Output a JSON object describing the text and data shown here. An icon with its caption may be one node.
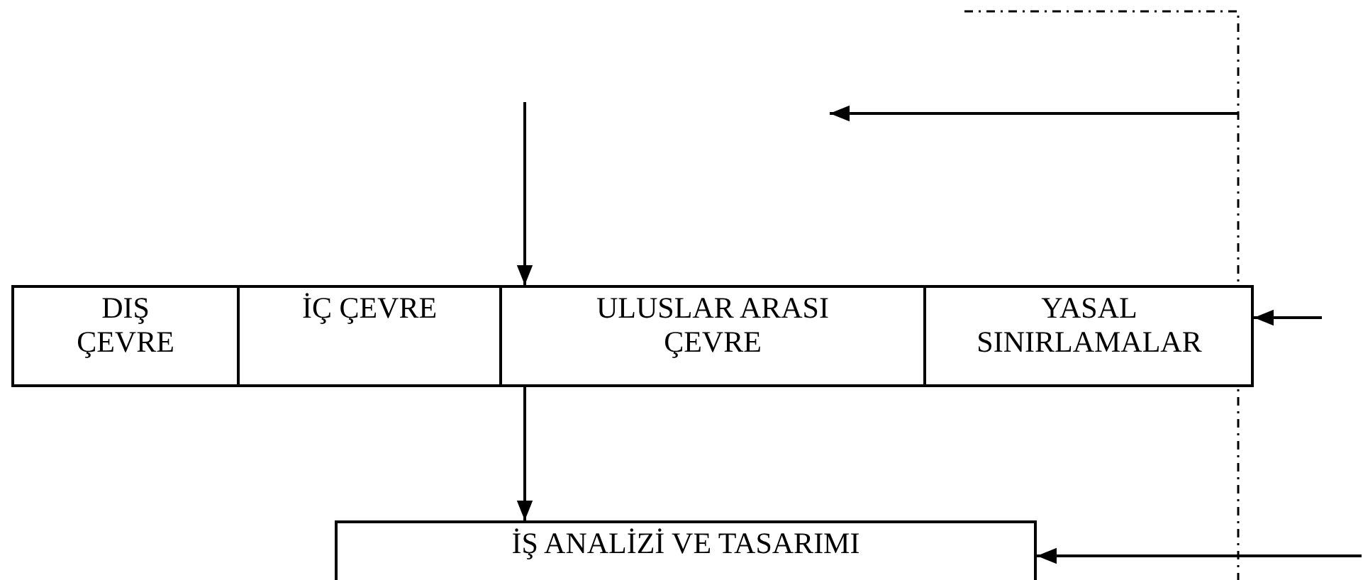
{
  "diagram": {
    "nodes": [
      {
        "text": [
          "DIŞ ÇEVRE"
        ]
      },
      {
        "text": [
          "İÇ ÇEVRE"
        ]
      },
      {
        "text": [
          "ULUSLAR ARASI ÇEVRE"
        ]
      },
      {
        "text": [
          "YASAL SINIRLAMALAR"
        ]
      },
      {
        "text": [
          "İŞ ANALİZİ VE TASARIMI"
        ]
      }
    ],
    "edges": [
      {
        "from": null,
        "to": 2,
        "arrow": "to"
      },
      {
        "from": 2,
        "to": 4,
        "arrow": "to"
      },
      {
        "from": null,
        "to": 3,
        "arrow": "to"
      },
      {
        "from": null,
        "to": 4,
        "arrow": "to"
      }
    ]
  }
}
